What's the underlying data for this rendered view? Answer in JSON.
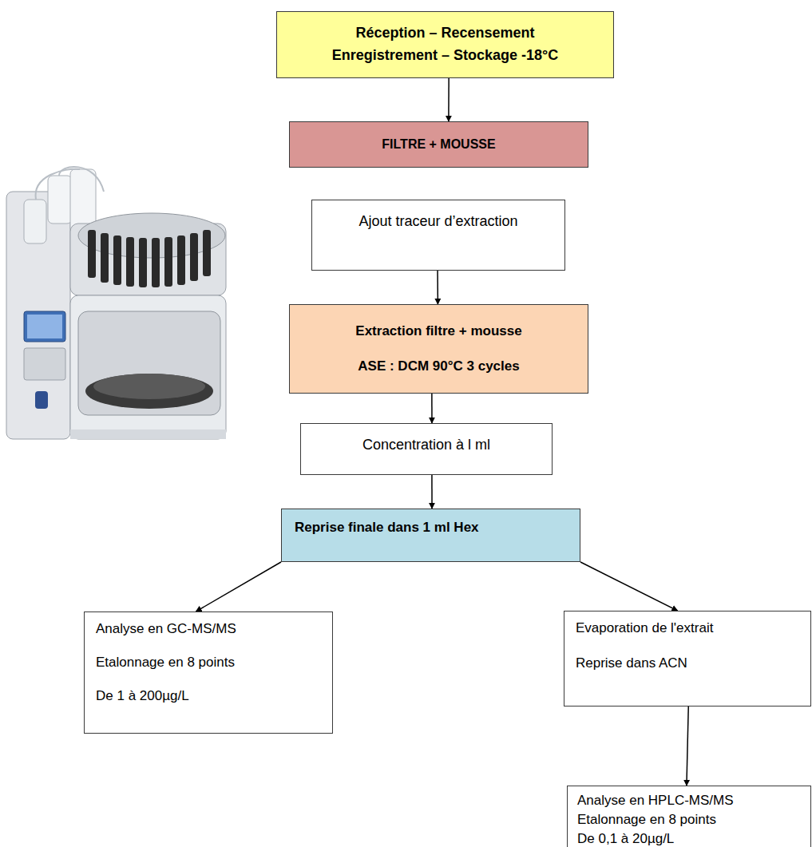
{
  "diagram": {
    "nodes": [
      {
        "text": [
          "Réception – Recensement Enregistrement – Stockage -18°C"
        ]
      },
      {
        "text": [
          "FILTRE + MOUSSE"
        ]
      },
      {
        "text": [
          "Ajout traceur d’extraction"
        ]
      },
      {
        "text": [
          "Extraction filtre + mousse",
          "ASE : DCM 90°C 3 cycles"
        ]
      },
      {
        "text": [
          "Concentration à l ml"
        ]
      },
      {
        "text": [
          "Reprise finale dans 1 ml Hex"
        ]
      },
      {
        "text": [
          "Analyse en GC-MS/MS",
          "Etalonnage en 8 points",
          "De 1 à 200µg/L"
        ]
      },
      {
        "text": [
          "Evaporation de l'extrait",
          "Reprise dans ACN"
        ]
      },
      {
        "text": [
          "Analyse en HPLC-MS/MS",
          "Etalonnage en 8 points",
          "De 0,1 à 20µg/L"
        ]
      }
    ],
    "edges": [
      {
        "from": 0,
        "to": 1,
        "arrow": "to"
      },
      {
        "from": 2,
        "to": 3,
        "arrow": "to"
      },
      {
        "from": 3,
        "to": 4,
        "arrow": "to"
      },
      {
        "from": 4,
        "to": 5,
        "arrow": "to"
      },
      {
        "from": 5,
        "to": 6,
        "arrow": "to"
      },
      {
        "from": 5,
        "to": 7,
        "arrow": "to"
      },
      {
        "from": 7,
        "to": 8,
        "arrow": "to"
      }
    ]
  }
}
